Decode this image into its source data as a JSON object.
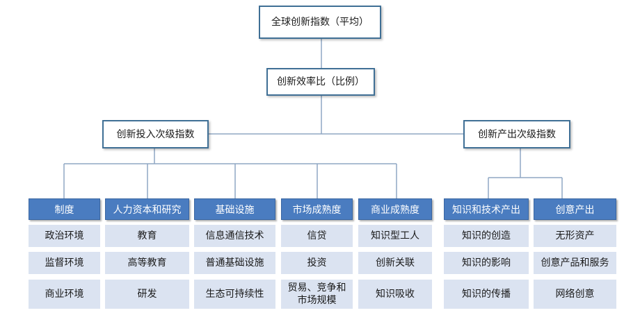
{
  "diagram": {
    "root": "全球创新指数（平均）",
    "ratio": "创新效率比（比例）",
    "input_index": "创新投入次级指数",
    "output_index": "创新产出次级指数",
    "pillars": [
      {
        "label": "制度",
        "items": [
          "政治环境",
          "监督环境",
          "商业环境"
        ]
      },
      {
        "label": "人力资本和研究",
        "items": [
          "教育",
          "高等教育",
          "研发"
        ]
      },
      {
        "label": "基础设施",
        "items": [
          "信息通信技术",
          "普通基础设施",
          "生态可持续性"
        ]
      },
      {
        "label": "市场成熟度",
        "items": [
          "信贷",
          "投资",
          "贸易、竞争和",
          "市场规模"
        ]
      },
      {
        "label": "商业成熟度",
        "items": [
          "知识型工人",
          "创新关联",
          "知识吸收"
        ]
      },
      {
        "label": "知识和技术产出",
        "items": [
          "知识的创造",
          "知识的影响",
          "知识的传播"
        ]
      },
      {
        "label": "创意产出",
        "items": [
          "无形资产",
          "创意产品和服务",
          "网络创意"
        ]
      }
    ]
  }
}
